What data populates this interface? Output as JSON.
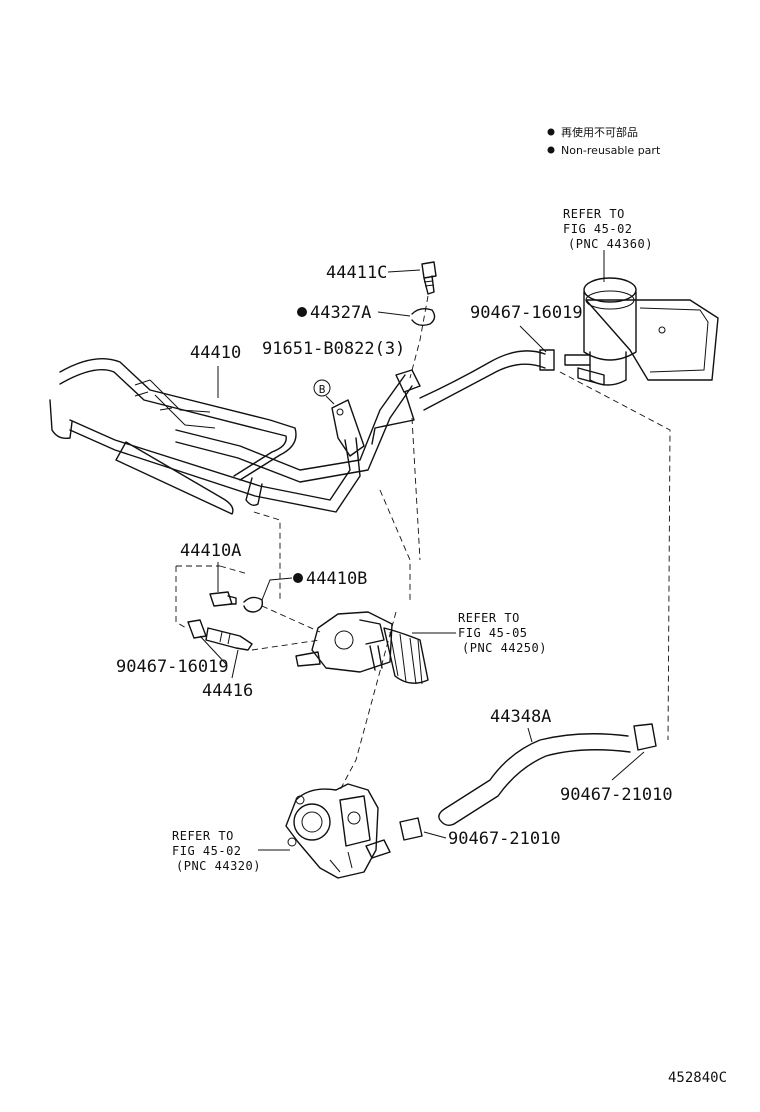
{
  "legend": {
    "line1": "再使用不可部品",
    "line2": "Non-reusable part"
  },
  "labels": {
    "p44411C": "44411C",
    "p44327A": "44327A",
    "p91651": "91651-B0822(3)",
    "p44410": "44410",
    "p90467_16019_top": "90467-16019",
    "p44410A": "44410A",
    "p44410B": "44410B",
    "p90467_16019_left": "90467-16019",
    "p44416": "44416",
    "p44348A": "44348A",
    "p90467_21010_right": "90467-21010",
    "p90467_21010_bottom": "90467-21010",
    "circleB": "B"
  },
  "refs": {
    "tank": {
      "l1": "REFER TO",
      "l2": "FIG 45-02",
      "l3": "(PNC 44360)"
    },
    "gear": {
      "l1": "REFER TO",
      "l2": "FIG 45-05",
      "l3": "(PNC 44250)"
    },
    "pump": {
      "l1": "REFER TO",
      "l2": "FIG 45-02",
      "l3": "(PNC 44320)"
    }
  },
  "footer": {
    "code": "452840C"
  }
}
